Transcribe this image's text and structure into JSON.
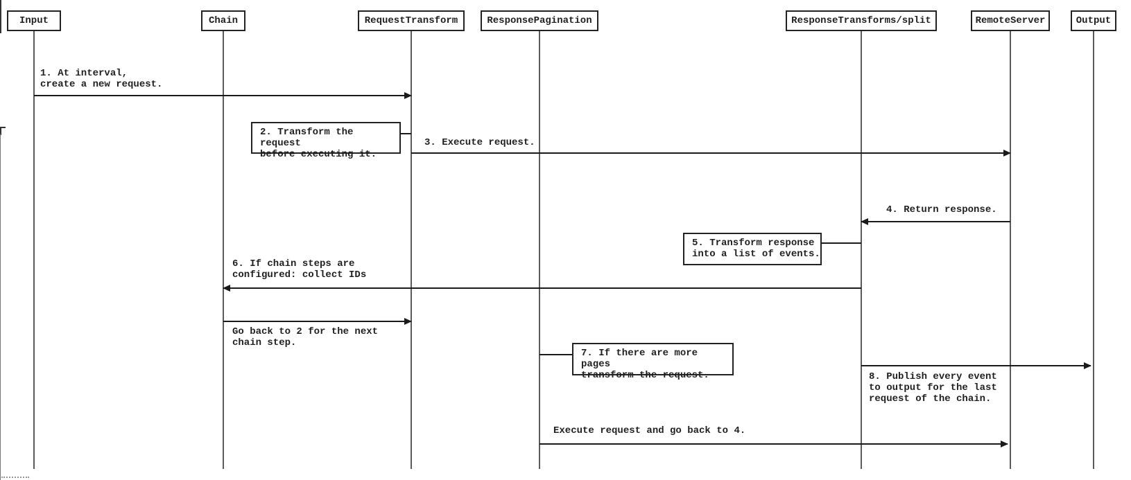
{
  "participants": [
    {
      "label": "Input"
    },
    {
      "label": "Chain"
    },
    {
      "label": "RequestTransform"
    },
    {
      "label": "ResponsePagination"
    },
    {
      "label": "ResponseTransforms/split"
    },
    {
      "label": "RemoteServer"
    },
    {
      "label": "Output"
    }
  ],
  "messages": {
    "m1": "1. At interval,\ncreate a new request.",
    "m3": "3. Execute request.",
    "m4": "4. Return response.",
    "m6": "6. If chain steps are\nconfigured: collect IDs",
    "go_back": "Go back to 2 for the next\nchain step.",
    "m8": "8. Publish every event\nto output for the last\nrequest of the chain.",
    "execute_again": "Execute request and go back to 4."
  },
  "notes": {
    "n2": "2. Transform the request\nbefore executing it.",
    "n5": "5. Transform response\ninto a list of events.",
    "n7": "7. If there are more pages\ntransform the request."
  },
  "colors": {
    "line": "#1a1a1a",
    "lifeline": "#5a5a5a",
    "text": "#1f1f1f",
    "background": "#ffffff"
  }
}
